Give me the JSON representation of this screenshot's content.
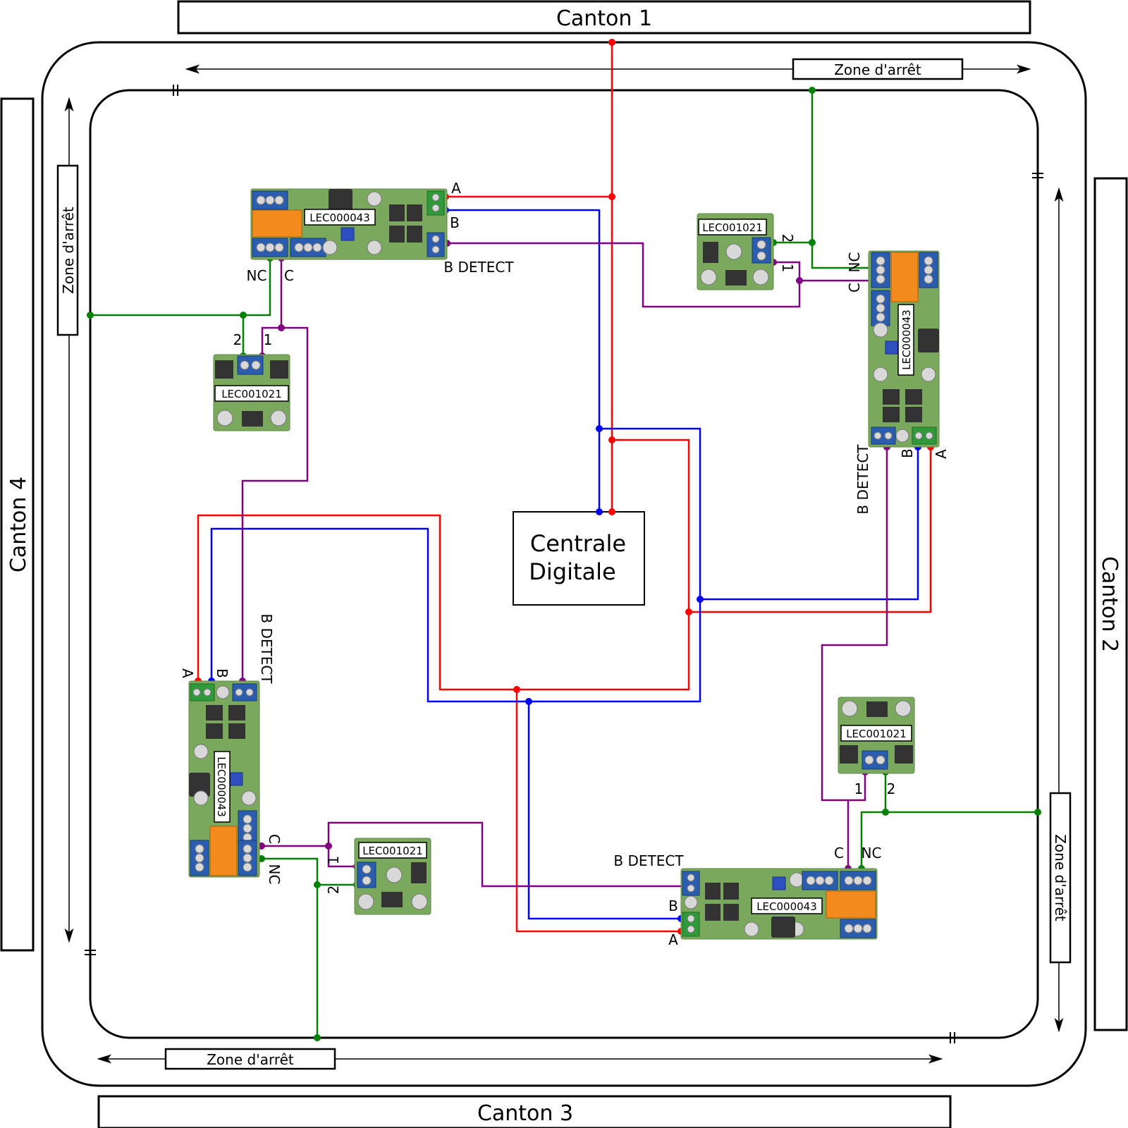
{
  "cantons": {
    "c1": "Canton 1",
    "c2": "Canton 2",
    "c3": "Canton 3",
    "c4": "Canton 4"
  },
  "zone_label": "Zone d'arrêt",
  "central": {
    "line1": "Centrale",
    "line2": "Digitale"
  },
  "module_relay": "LEC000043",
  "module_detect": "LEC001021",
  "pins": {
    "a": "A",
    "b": "B",
    "b_detect": "B DETECT",
    "nc": "NC",
    "c": "C",
    "one": "1",
    "two": "2"
  },
  "colors": {
    "wire_a": "#ff0000",
    "wire_b": "#0000ff",
    "wire_detect": "#800080",
    "wire_zone": "#008000",
    "track": "#000000"
  }
}
